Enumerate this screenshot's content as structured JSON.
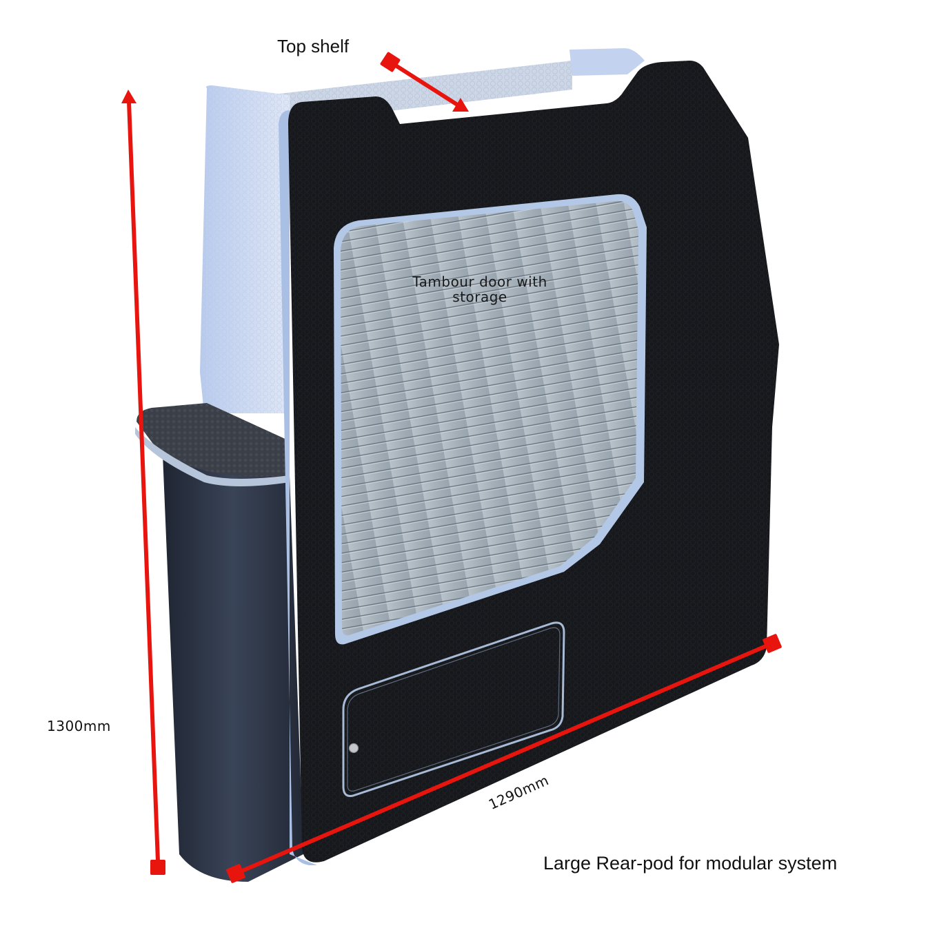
{
  "image": {
    "subject": "Large rear-pod cabinet for van modular system",
    "colors": {
      "background": "#ffffff",
      "panel_black": "#16181b",
      "side_panel_blue": "#c8d6f0",
      "edge_trim": "#a9c0e4",
      "tambour_grey": "#9ea9b2",
      "side_box_navy": "#2a3242",
      "annotation_red": "#e8150f"
    }
  },
  "labels": {
    "top_shelf": "Top shelf",
    "tambour_line1": "Tambour door with",
    "tambour_line2": "storage",
    "height": "1300mm",
    "width": "1290mm",
    "caption": "Large Rear-pod for modular system"
  },
  "dimensions": {
    "height_mm": 1300,
    "width_mm": 1290
  }
}
